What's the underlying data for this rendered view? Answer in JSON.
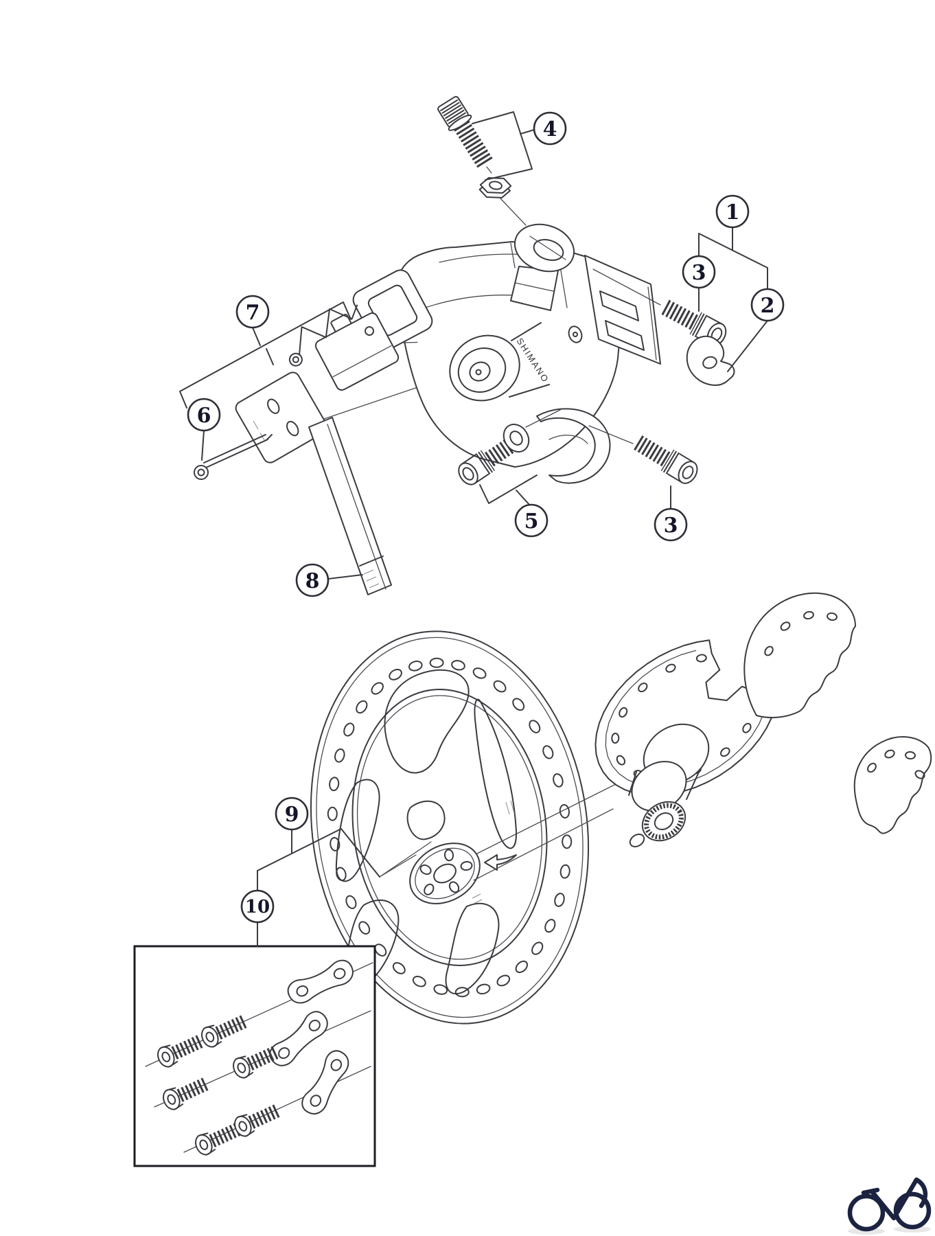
{
  "colors": {
    "background": "#ffffff",
    "line": "#3a3a40",
    "logo": "#1b2340"
  },
  "callouts": {
    "c1": "1",
    "c2": "2",
    "c3a": "3",
    "c3b": "3",
    "c4": "4",
    "c5": "5",
    "c6": "6",
    "c7": "7",
    "c8": "8",
    "c9": "9",
    "c10": "10"
  },
  "caliper": {
    "brand": "SHIMANO"
  },
  "icons": {
    "logo": "bicycle-logo-icon"
  }
}
